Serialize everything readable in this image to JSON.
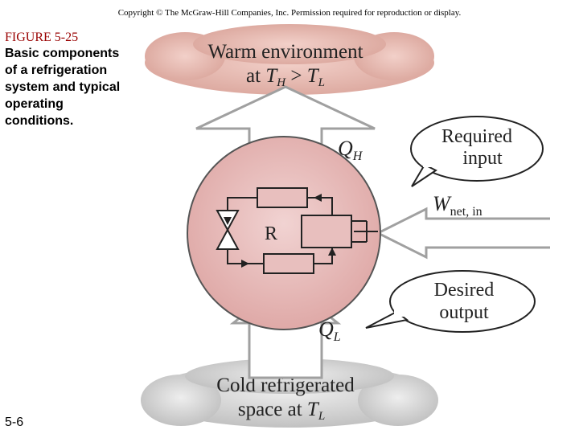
{
  "header": {
    "copyright": "Copyright © The McGraw-Hill Companies, Inc. Permission required for reproduction or display."
  },
  "caption": {
    "figure_label": "FIGURE 5-25",
    "description": "Basic components of a refrigeration system and typical operating conditions."
  },
  "slide_number": "5-6",
  "diagram": {
    "warm_cloud": {
      "line1": "Warm environment",
      "line2_prefix": "at ",
      "line2_math": "TH > TL"
    },
    "cold_cloud": {
      "line1": "Cold refrigerated",
      "line2_prefix": "space at ",
      "line2_math": "TL"
    },
    "device_label": "R",
    "heat_out_label": "QH",
    "heat_in_label": "QL",
    "work_label": "Wnet, in",
    "bubble_required": {
      "line1": "Required",
      "line2": "input"
    },
    "bubble_desired": {
      "line1": "Desired",
      "line2": "output"
    },
    "colors": {
      "cloud_warm": "#e5b5ad",
      "cloud_cold": "#cfcfcf",
      "device_fill": "#e8bfbe",
      "arrow_fill": "#ffffff",
      "arrow_stroke": "#a0a0a0"
    }
  }
}
